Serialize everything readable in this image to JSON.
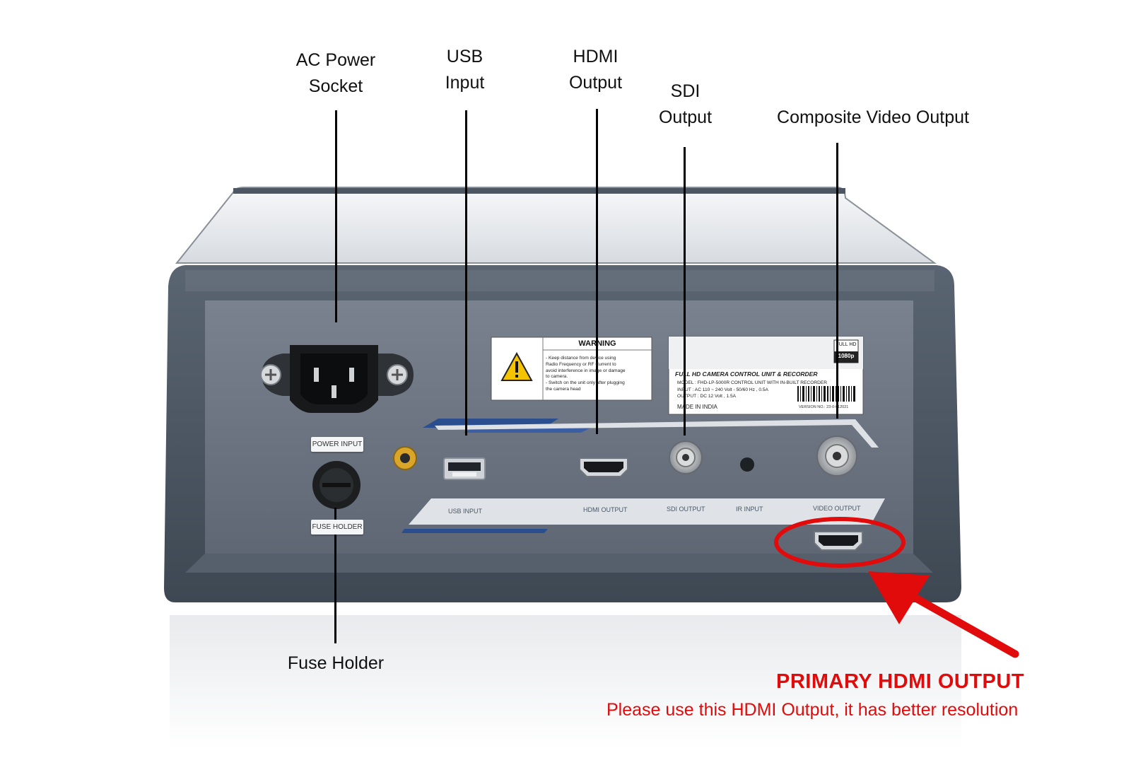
{
  "callouts": {
    "ac_power": [
      "AC Power",
      "Socket"
    ],
    "usb": [
      "USB",
      "Input"
    ],
    "hdmi": [
      "HDMI",
      "Output"
    ],
    "sdi": [
      "SDI",
      "Output"
    ],
    "composite": "Composite Video Output",
    "fuse": "Fuse Holder"
  },
  "panel_labels": {
    "power_input": "POWER INPUT",
    "fuse_holder": "FUSE HOLDER",
    "usb_input": "USB INPUT",
    "hdmi_output": "HDMI OUTPUT",
    "sdi_output": "SDI OUTPUT",
    "ir_input": "IR INPUT",
    "video_output": "VIDEO OUTPUT"
  },
  "warning": {
    "title": "WARNING",
    "lines": [
      "- Keep distance from device using",
      "Radio Frequency or RF Current to",
      "avoid interference in image or damage",
      "to camera.",
      "- Switch on the unit only after plugging",
      "the camera head"
    ]
  },
  "spec_label": {
    "badge_top": "FULL HD",
    "badge_bottom": "1080p",
    "title": "FULL HD CAMERA CONTROL UNIT & RECORDER",
    "model": "MODEL : FHD-LP-5000R CONTROL UNIT WITH IN-BUILT RECORDER",
    "input": "INPUT : AC 110 ~ 240 Volt - 50/60 Hz , 0.5A",
    "output": "OUTPUT : DC 12 Volt , 1.5A",
    "made_in": "MADE IN INDIA",
    "version": "VERSION NO.: 23-0-012021"
  },
  "annotation": {
    "title": "PRIMARY HDMI OUTPUT",
    "description": "Please use this HDMI Output, it has better resolution"
  },
  "colors": {
    "annotation_red": "#e10b0b",
    "panel_gray": "#6b7280",
    "frame_gray": "#4a5562"
  }
}
